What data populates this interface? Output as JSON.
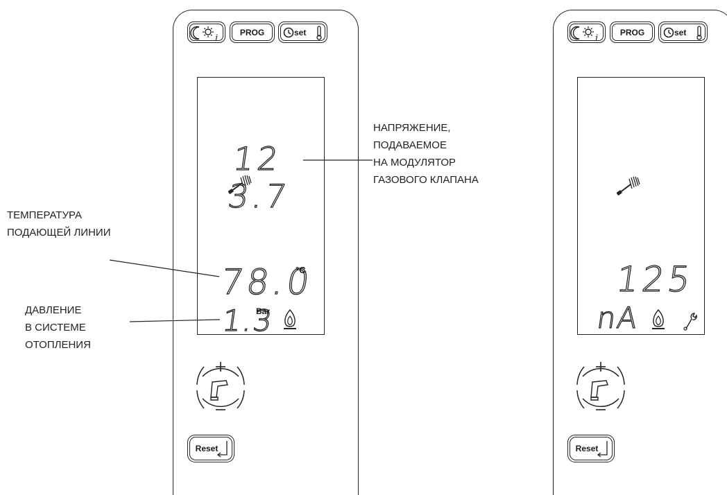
{
  "buttons": {
    "mode_icon": "moon-sun-info-icon",
    "prog_label": "PROG",
    "set_label": "set",
    "reset_label": "Reset"
  },
  "left_display": {
    "voltage_value": "12 3.7",
    "flow_temp_value": "78.0",
    "flow_temp_unit": "°C",
    "pressure_value": "1.3",
    "pressure_unit": "Bar"
  },
  "right_display": {
    "current_value": "125",
    "current_unit": "nA"
  },
  "callouts": {
    "voltage": [
      "НАПРЯЖЕНИЕ,",
      "ПОДАВАЕМОЕ",
      "НА МОДУЛЯТОР",
      "ГАЗОВОГО КЛАПАНА"
    ],
    "flow_temp": [
      "ТЕМПЕРАТУРА",
      "ПОДАЮЩЕЙ ЛИНИИ"
    ],
    "pressure": [
      "ДАВЛЕНИЕ",
      "В СИСТЕМЕ",
      "ОТОПЛЕНИЯ"
    ]
  },
  "colors": {
    "line": "#222222",
    "background": "#ffffff"
  }
}
